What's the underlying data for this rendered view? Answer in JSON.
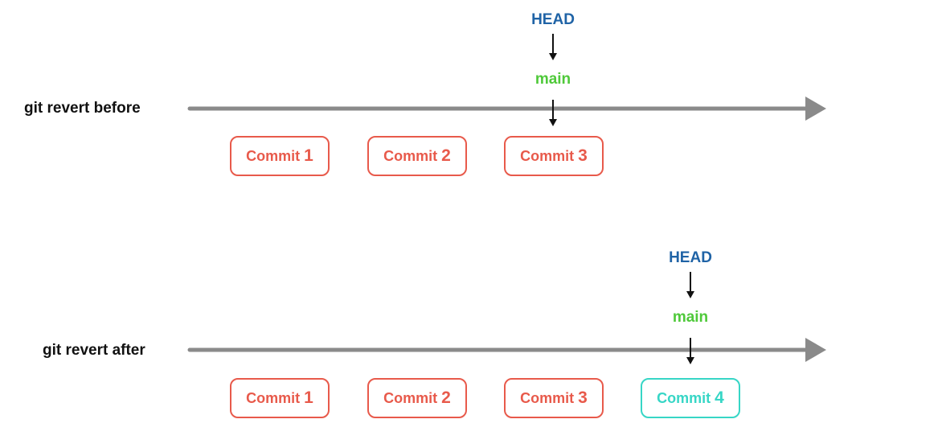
{
  "colors": {
    "head": "#1f63a6",
    "branch": "#4fc93a",
    "existing_commit": "#e85a4b",
    "new_commit": "#37d6c6",
    "timeline": "#8a8a8a"
  },
  "before": {
    "label": "git revert before",
    "head_label": "HEAD",
    "branch_label": "main",
    "commits": [
      {
        "word": "Commit",
        "num": "1"
      },
      {
        "word": "Commit",
        "num": "2"
      },
      {
        "word": "Commit",
        "num": "3"
      }
    ]
  },
  "after": {
    "label": "git revert after",
    "head_label": "HEAD",
    "branch_label": "main",
    "commits": [
      {
        "word": "Commit",
        "num": "1"
      },
      {
        "word": "Commit",
        "num": "2"
      },
      {
        "word": "Commit",
        "num": "3"
      },
      {
        "word": "Commit",
        "num": "4"
      }
    ]
  }
}
